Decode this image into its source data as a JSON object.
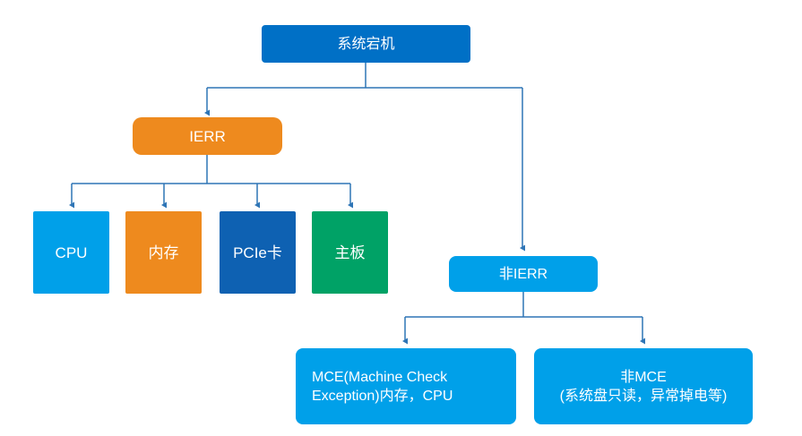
{
  "diagram": {
    "type": "tree-flowchart",
    "root": {
      "label": "系统宕机"
    },
    "ierr": {
      "label": "IERR",
      "causes": [
        {
          "label": "CPU"
        },
        {
          "label": "内存"
        },
        {
          "label": "PCIe卡"
        },
        {
          "label": "主板"
        }
      ]
    },
    "non_ierr": {
      "label": "非IERR",
      "causes": [
        {
          "label": "MCE(Machine Check\nException)内存，CPU"
        },
        {
          "label": "非MCE\n(系统盘只读，异常掉电等)"
        }
      ]
    }
  },
  "colors": {
    "root_box": "#0070C6",
    "ierr_box": "#EE8A1E",
    "cpu_box": "#00A0E9",
    "memory_box": "#EE8A1E",
    "pcie_box": "#0E61B2",
    "mainboard_box": "#00A266",
    "non_ierr_box": "#00A0E9",
    "mce_box": "#00A0E9",
    "non_mce_box": "#00A0E9",
    "connector": "#2E75B6",
    "label_text": "#FFFFFF",
    "background": "#FFFFFF"
  }
}
